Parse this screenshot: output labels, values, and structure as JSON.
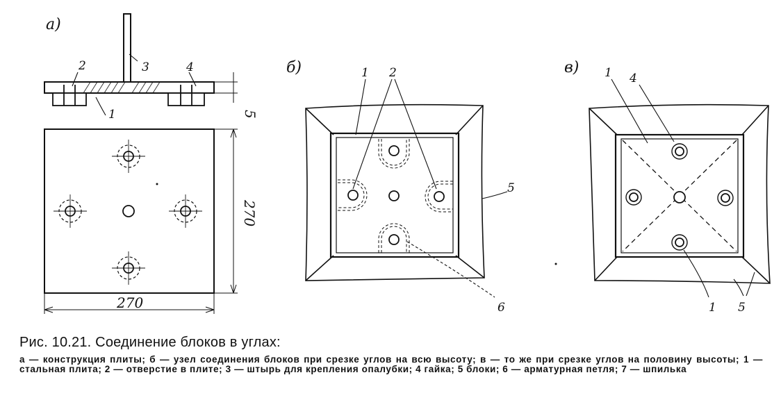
{
  "panels": {
    "a": {
      "label": "а)"
    },
    "b": {
      "label": "б)"
    },
    "v": {
      "label": "в)"
    }
  },
  "callouts": {
    "a_2": "2",
    "a_3": "3",
    "a_4": "4",
    "a_1": "1",
    "a_5": "5",
    "b_1": "1",
    "b_2": "2",
    "b_5": "5",
    "b_6": "6",
    "v_1": "1",
    "v_4": "4",
    "v_1b": "1",
    "v_5": "5"
  },
  "dimensions": {
    "width": "270",
    "height": "270"
  },
  "caption": {
    "title": "Рис. 10.21. Соединение блоков в углах:",
    "legend": "а — конструкция плиты; б — узел соединения блоков при срезке углов на всю высоту; в — то же при срезке углов на половину высоты; 1 — стальная плита; 2 — отверстие в плите; 3 — штырь для крепления опалубки; 4 гайка; 5 блоки; 6 — арматурная петля; 7 — шпилька"
  }
}
